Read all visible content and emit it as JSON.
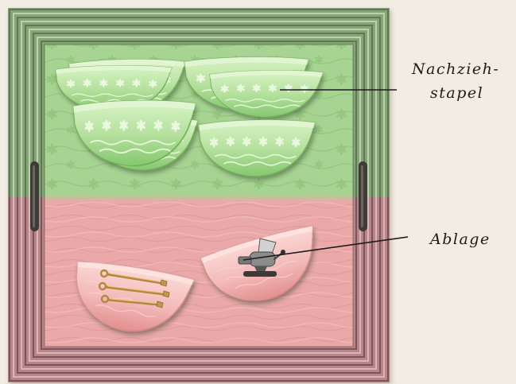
{
  "labels": {
    "draw_pile_line1": "Nachzieh-",
    "draw_pile_line2": "stapel",
    "discard": "Ablage"
  },
  "colors": {
    "background": "#f2ece2",
    "draw_zone": "#a7d493",
    "discard_zone": "#eaa9a8",
    "green_bowl": "#b6e19f",
    "pink_bowl": "#f2b9b8",
    "label_ink": "#1c1c1c"
  },
  "icons": {
    "draw_pile": "green-bowl-stack-icon",
    "discard_left_contents": "skewers-icon",
    "discard_right_contents": "meat-grinder-icon",
    "tray_handles": "handle-icon"
  }
}
